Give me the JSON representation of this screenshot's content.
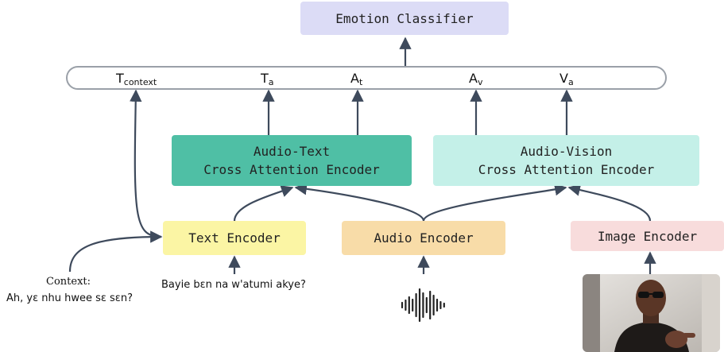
{
  "colors": {
    "classifier": "#dcdcf6",
    "audio_text": "#4fbfa5",
    "audio_vision": "#c4f0e8",
    "text_encoder": "#fbf5a4",
    "audio_encoder": "#f8dca8",
    "image_encoder": "#f8dcdc",
    "arrow": "#3e4a5c",
    "bar_border": "#9aa0a8"
  },
  "classifier": {
    "label": "Emotion Classifier"
  },
  "fusion_bar": {
    "tokens": [
      {
        "name": "T",
        "sub": "context"
      },
      {
        "name": "T",
        "sub": "a"
      },
      {
        "name": "A",
        "sub": "t"
      },
      {
        "name": "A",
        "sub": "v"
      },
      {
        "name": "V",
        "sub": "a"
      }
    ]
  },
  "audio_text_encoder": {
    "label": "Audio-Text\nCross Attention Encoder"
  },
  "audio_vision_encoder": {
    "label": "Audio-Vision\nCross Attention Encoder"
  },
  "text_encoder": {
    "label": "Text Encoder"
  },
  "audio_encoder": {
    "label": "Audio Encoder"
  },
  "image_encoder": {
    "label": "Image Encoder"
  },
  "context_input": {
    "title": "Context:",
    "text": "Ah, yɛ nhu hwee sɛ sɛn?"
  },
  "utterance_input": {
    "text": "Bayie bɛn na w'atumi akye?"
  },
  "audio_input": {
    "icon": "waveform-icon"
  },
  "image_input": {
    "icon": "person-photo-icon"
  }
}
